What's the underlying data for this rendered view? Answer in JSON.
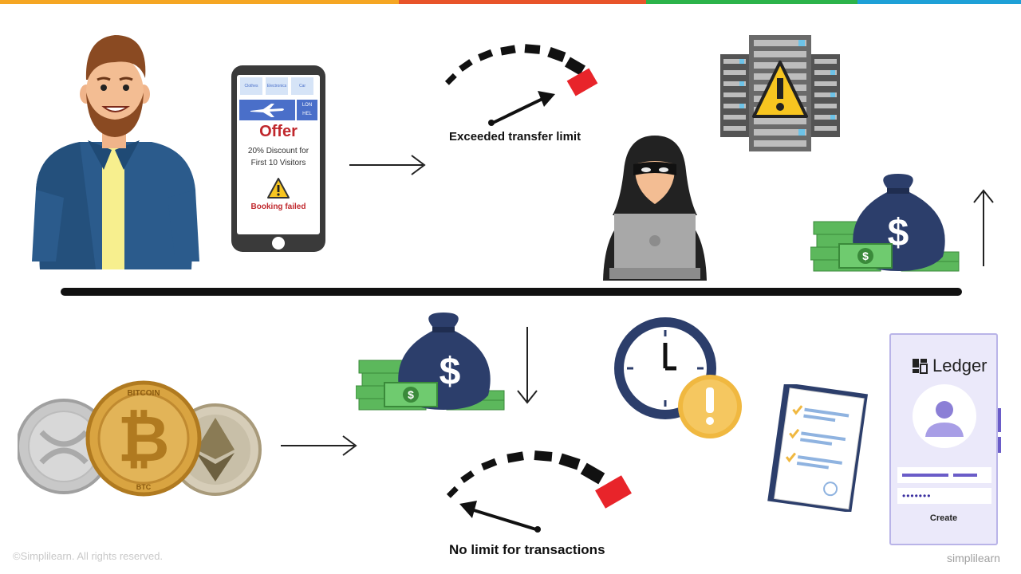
{
  "top_bar_colors": [
    "#f5a623",
    "#e8542a",
    "#2cb34a",
    "#1ea0d7"
  ],
  "phone": {
    "mini_tabs": [
      "Clothes",
      "Electronics",
      "Car"
    ],
    "flight_codes": [
      "LON",
      "HEL"
    ],
    "offer_title": "Offer",
    "offer_line1": "20% Discount for",
    "offer_line2": "First 10 Visitors",
    "status": "Booking failed"
  },
  "gauge_top_caption": "Exceeded transfer limit",
  "gauge_bottom_caption": "No limit for transactions",
  "coins": {
    "bitcoin_top": "BITCOIN",
    "bitcoin_bottom": "BTC"
  },
  "ledger": {
    "brand": "Ledger",
    "password_mask": "•••••••",
    "button": "Create"
  },
  "footer": {
    "copyright": "©Simplilearn. All rights reserved.",
    "brand": "simplilearn"
  },
  "colors": {
    "warning": "#f7c520",
    "alert_red": "#e8242a",
    "navy": "#2c3e6b",
    "money_green": "#5cb85c",
    "phone_blue": "#4a6fc9"
  }
}
